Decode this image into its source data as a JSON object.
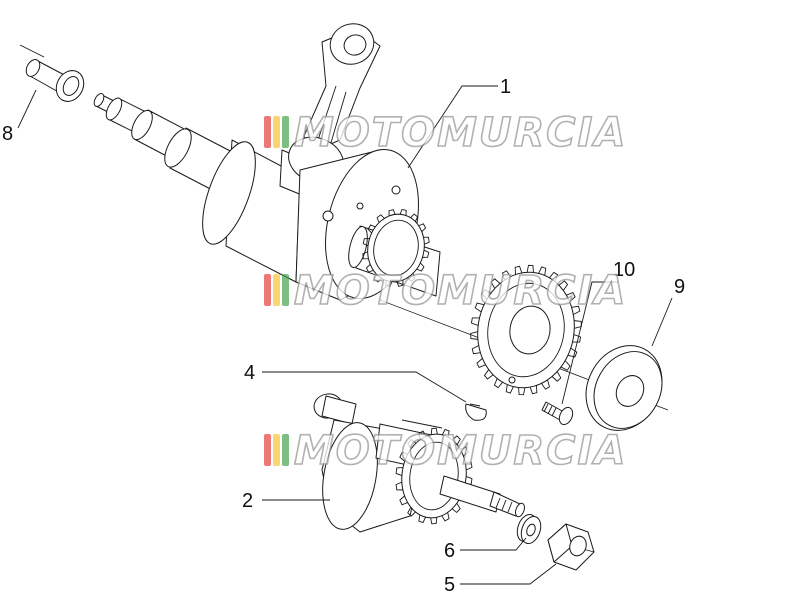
{
  "watermark": {
    "text": "MOTOMURCIA",
    "colors": [
      "#e53935",
      "#fbc02d",
      "#43a047"
    ]
  },
  "callouts": [
    {
      "id": "1",
      "label": "1"
    },
    {
      "id": "2",
      "label": "2"
    },
    {
      "id": "4",
      "label": "4"
    },
    {
      "id": "5",
      "label": "5"
    },
    {
      "id": "6",
      "label": "6"
    },
    {
      "id": "8",
      "label": "8"
    },
    {
      "id": "9",
      "label": "9"
    },
    {
      "id": "10",
      "label": "10"
    }
  ]
}
